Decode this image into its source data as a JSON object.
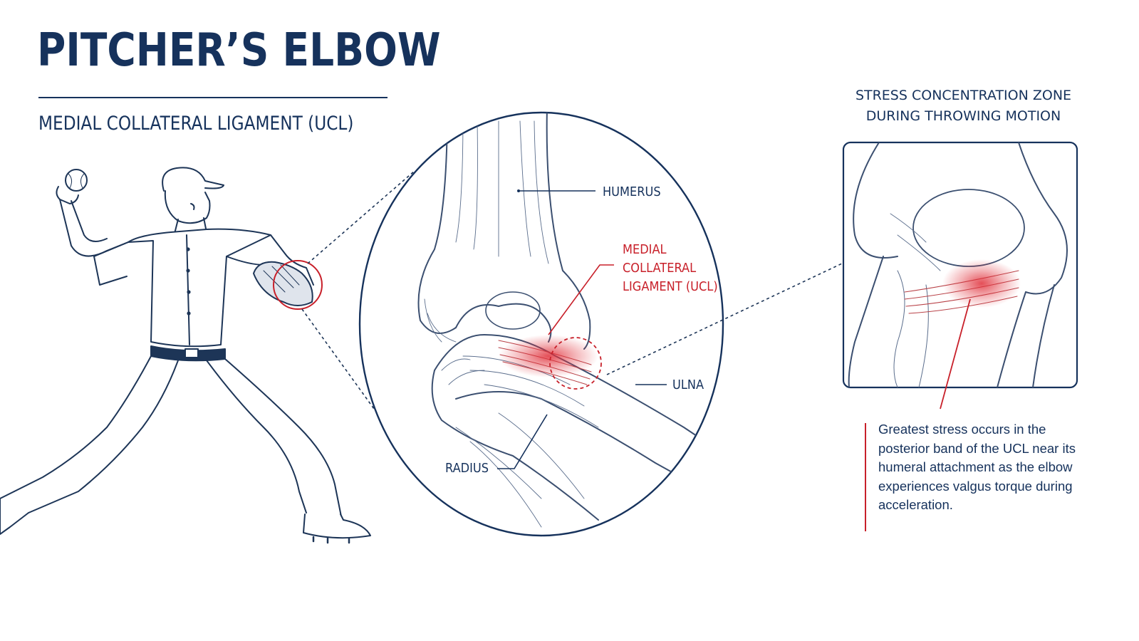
{
  "header": {
    "title": "PITCHER’S ELBOW",
    "subtitle": "MEDIAL COLLATERAL LIGAMENT (UCL)"
  },
  "labels": {
    "humerus": "HUMERUS",
    "ligament_line1": "MEDIAL",
    "ligament_line2": "COLLATERAL",
    "ligament_line3": "LIGAMENT (UCL)",
    "ulna": "ULNA",
    "radius": "RADIUS"
  },
  "stress_zone": {
    "title_line1": "STRESS CONCENTRATION ZONE",
    "title_line2": "DURING THROWING MOTION",
    "callout": "Greatest stress occurs in the posterior band of the UCL near its humeral attachment as the elbow experiences valgus torque during acceleration."
  },
  "colors": {
    "navy": "#16325c",
    "accent_red": "#c8202a",
    "sketch_line": "#4a5f80"
  },
  "icons": {
    "pitcher": "pitcher-figure-illustration",
    "magnifier": "elbow-detail-circle",
    "inset": "stress-zone-inset"
  }
}
